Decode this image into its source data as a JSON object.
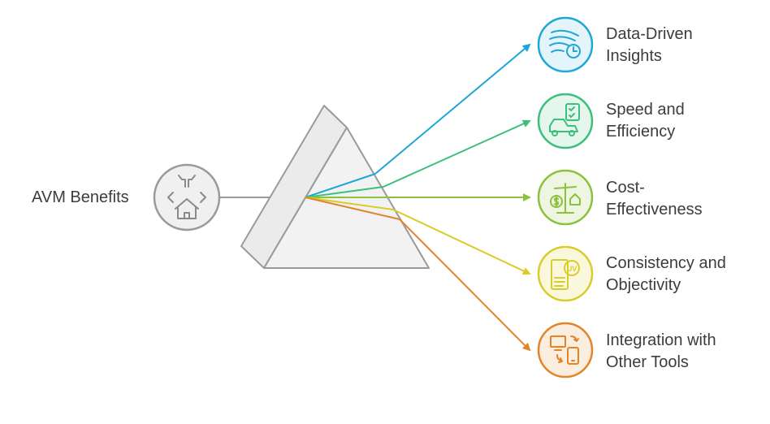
{
  "source": {
    "label": "AVM Benefits",
    "icon": "house-arrows-icon",
    "color": "#9a9a9a"
  },
  "benefits": [
    {
      "lines": [
        "Data-Driven",
        "Insights"
      ],
      "color": "#1ea6d6",
      "fill": "#e3f4fb",
      "icon": "data-flow-clock-icon"
    },
    {
      "lines": [
        "Speed and",
        "Efficiency"
      ],
      "color": "#3dbf7c",
      "fill": "#e5f6ec",
      "icon": "car-checklist-icon"
    },
    {
      "lines": [
        "Cost-",
        "Effectiveness"
      ],
      "color": "#8cc13e",
      "fill": "#eef6e1",
      "icon": "scale-dollar-house-icon"
    },
    {
      "lines": [
        "Consistency and",
        "Objectivity"
      ],
      "color": "#d9cc2b",
      "fill": "#faf8dc",
      "icon": "document-badge-icon"
    },
    {
      "lines": [
        "Integration with",
        "Other Tools"
      ],
      "color": "#e2842c",
      "fill": "#fbeedf",
      "icon": "devices-sync-icon"
    }
  ]
}
